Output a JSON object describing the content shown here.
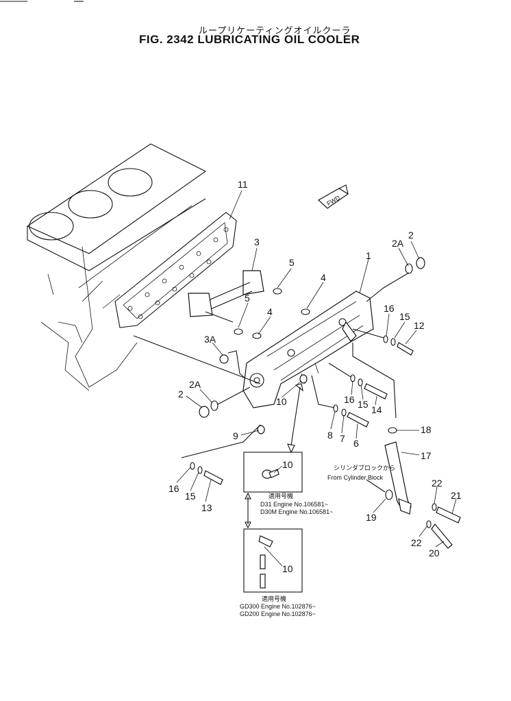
{
  "title_jp": "ループリケーティングオイルクーラ",
  "title_en": "FIG. 2342  LUBRICATING OIL COOLER",
  "fwd": "FWD",
  "callouts": {
    "c1": "1",
    "c2a_top": "2A",
    "c2_top": "2",
    "c3": "3",
    "c3a": "3A",
    "c4a": "4",
    "c4b": "4",
    "c5a": "5",
    "c5b": "5",
    "c11": "11",
    "c16a": "16",
    "c15a": "15",
    "c12": "12",
    "c2a_left": "2A",
    "c2_left": "2",
    "c10a": "10",
    "c9": "9",
    "c16b": "16",
    "c15b": "15",
    "c14": "14",
    "c8": "8",
    "c7": "7",
    "c6": "6",
    "c18": "18",
    "c17": "17",
    "c16c": "16",
    "c15c": "15",
    "c13": "13",
    "c10b": "10",
    "c10c": "10",
    "c19": "19",
    "c22a": "22",
    "c21": "21",
    "c22b": "22",
    "c20": "20"
  },
  "cylinder_note_jp": "シリンダブロックから",
  "cylinder_note_en": "From Cylinder Block",
  "box1": {
    "heading_jp": "適用号機",
    "line1": "D31   Engine No.106581~",
    "line2": "D30M Engine No.106581~"
  },
  "box2": {
    "heading_jp": "適用号機",
    "line1": "GD300 Engine No.102876~",
    "line2": "GD200 Engine No.102876~"
  }
}
